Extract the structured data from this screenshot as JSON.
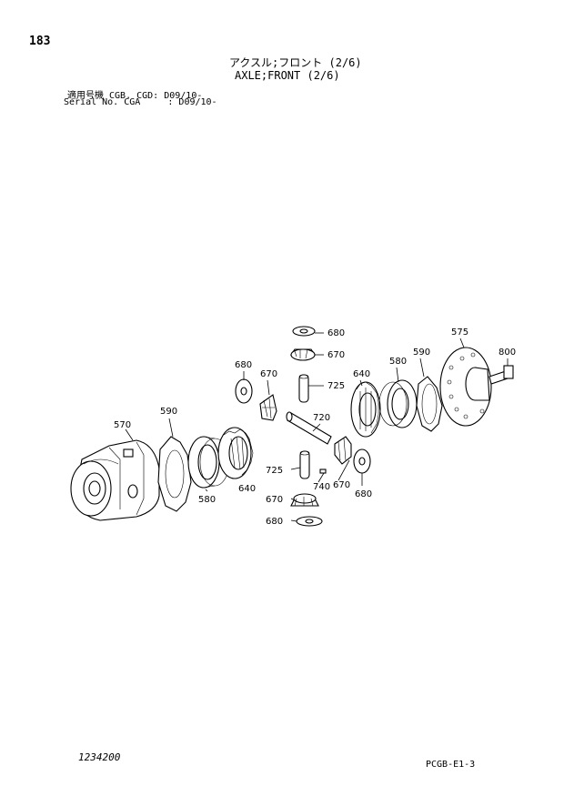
{
  "page": {
    "number": "183",
    "title_jp": "アクスル;フロント (2/6)",
    "title_en": "AXLE;FRONT (2/6)",
    "serial_line_1": "適用号機 CGB. CGD: D09/10-",
    "serial_line_2": "Serial No. CGA     : D09/10-",
    "doc_code": "1234200",
    "page_ref": "PCGB-E1-3"
  },
  "callouts": {
    "c570": "570",
    "c590a": "590",
    "c580a": "580",
    "c640a": "640",
    "c680a": "680",
    "c670a": "670",
    "c680b": "680",
    "c670b": "670",
    "c725a": "725",
    "c720": "720",
    "c725b": "725",
    "c740": "740",
    "c670c": "670",
    "c670d": "670",
    "c680c": "680",
    "c680d": "680",
    "c640b": "640",
    "c580b": "580",
    "c590b": "590",
    "c575": "575",
    "c800": "800"
  }
}
